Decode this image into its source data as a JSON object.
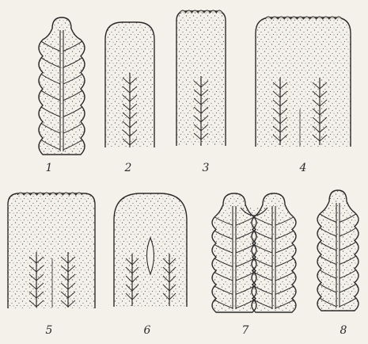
{
  "figures": [
    {
      "label": "1",
      "shape": "lobed-single-vein"
    },
    {
      "label": "2",
      "shape": "smooth-tip-single-vein"
    },
    {
      "label": "3",
      "shape": "beaded-tip-single-vein"
    },
    {
      "label": "4",
      "shape": "beaded-tip-double-vein"
    },
    {
      "label": "5",
      "shape": "beaded-tip-double-vein"
    },
    {
      "label": "6",
      "shape": "notched-double-vein"
    },
    {
      "label": "7",
      "shape": "forked-lobed"
    },
    {
      "label": "8",
      "shape": "lobed-single-vein"
    }
  ],
  "colors": {
    "paper": "#f4f1ea",
    "ink": "#2a2a2a",
    "stipple": "#6a6a6a"
  }
}
